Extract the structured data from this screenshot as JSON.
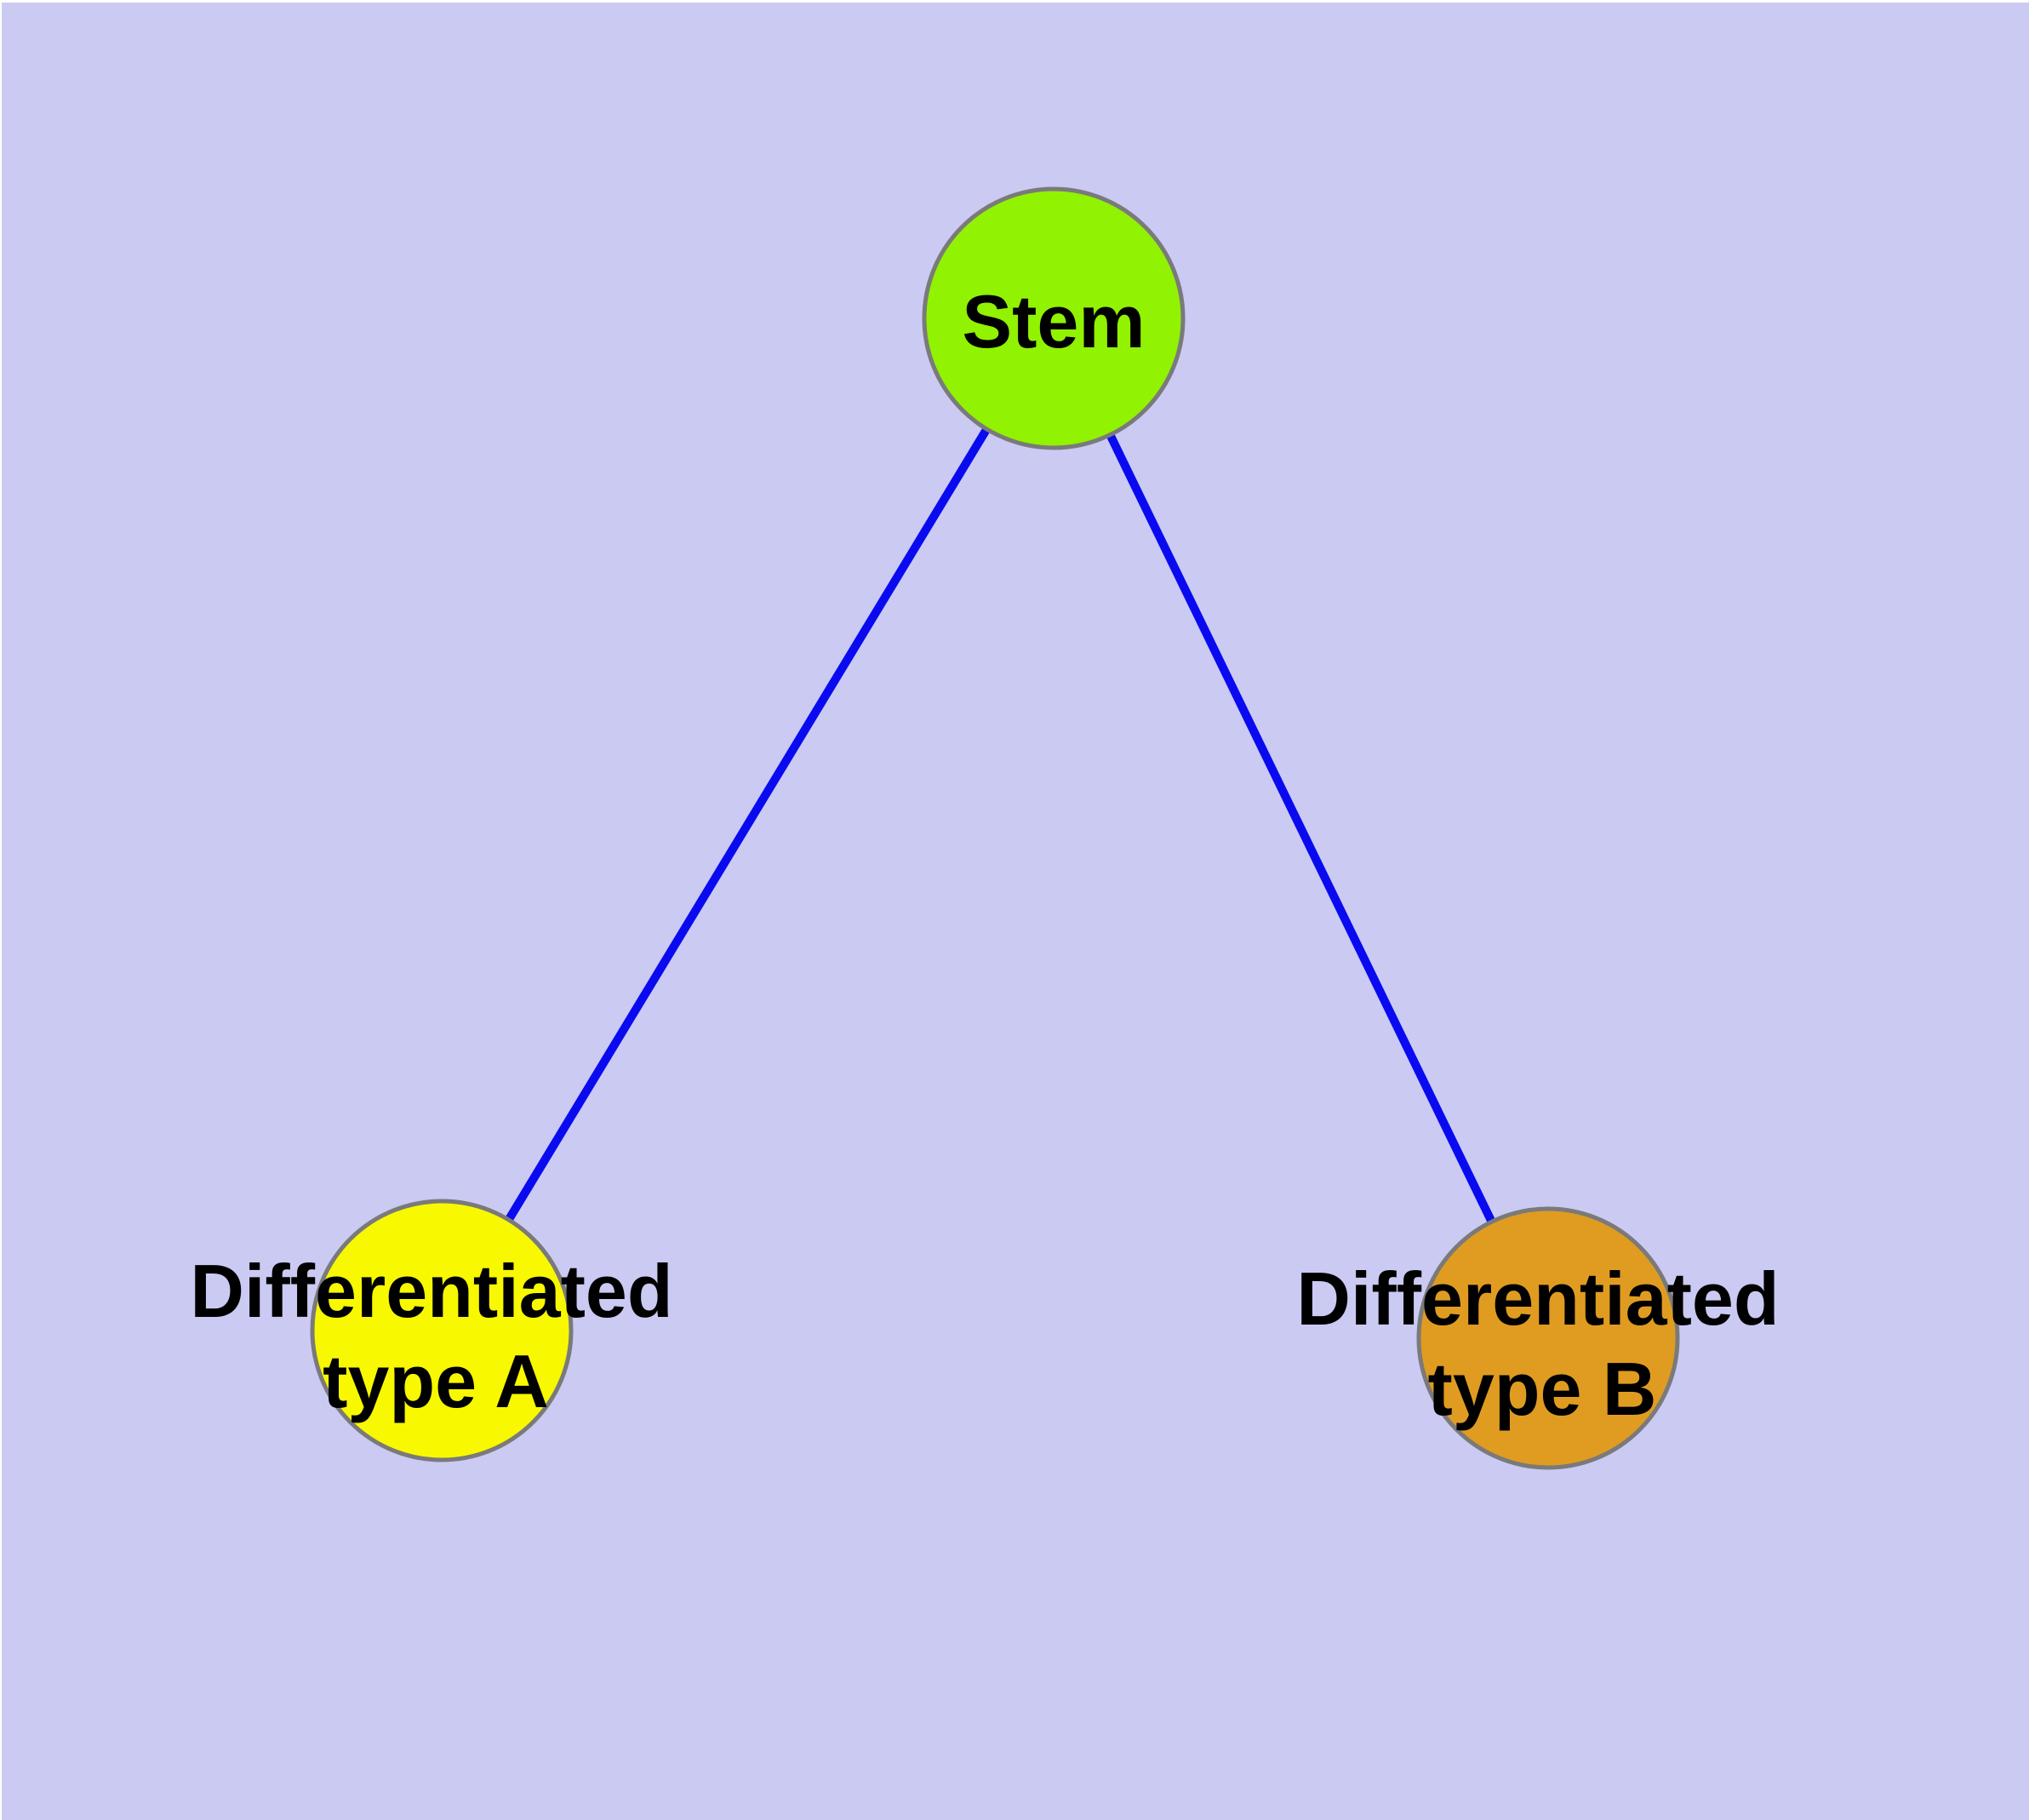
{
  "diagram": {
    "background_color": "#cacaf3",
    "margin_color": "#ffffff",
    "edge_color": "#0a0af0",
    "node_border_color": "#7a7a7a",
    "text_color": "#000000",
    "nodes": [
      {
        "id": "stem",
        "label": "Stem",
        "fill": "#91f202"
      },
      {
        "id": "differentiated-type-a",
        "label": "Differentiated type A",
        "label_line1": "Differentiated",
        "label_line2": "type A",
        "fill": "#f8f800"
      },
      {
        "id": "differentiated-type-b",
        "label": "Differentiated type B",
        "label_line1": "Differentiated",
        "label_line2": "type B",
        "fill": "#e09c21"
      }
    ],
    "edges": [
      {
        "from": "Stem",
        "to": "Differentiated type A"
      },
      {
        "from": "Stem",
        "to": "Differentiated type B"
      }
    ]
  }
}
